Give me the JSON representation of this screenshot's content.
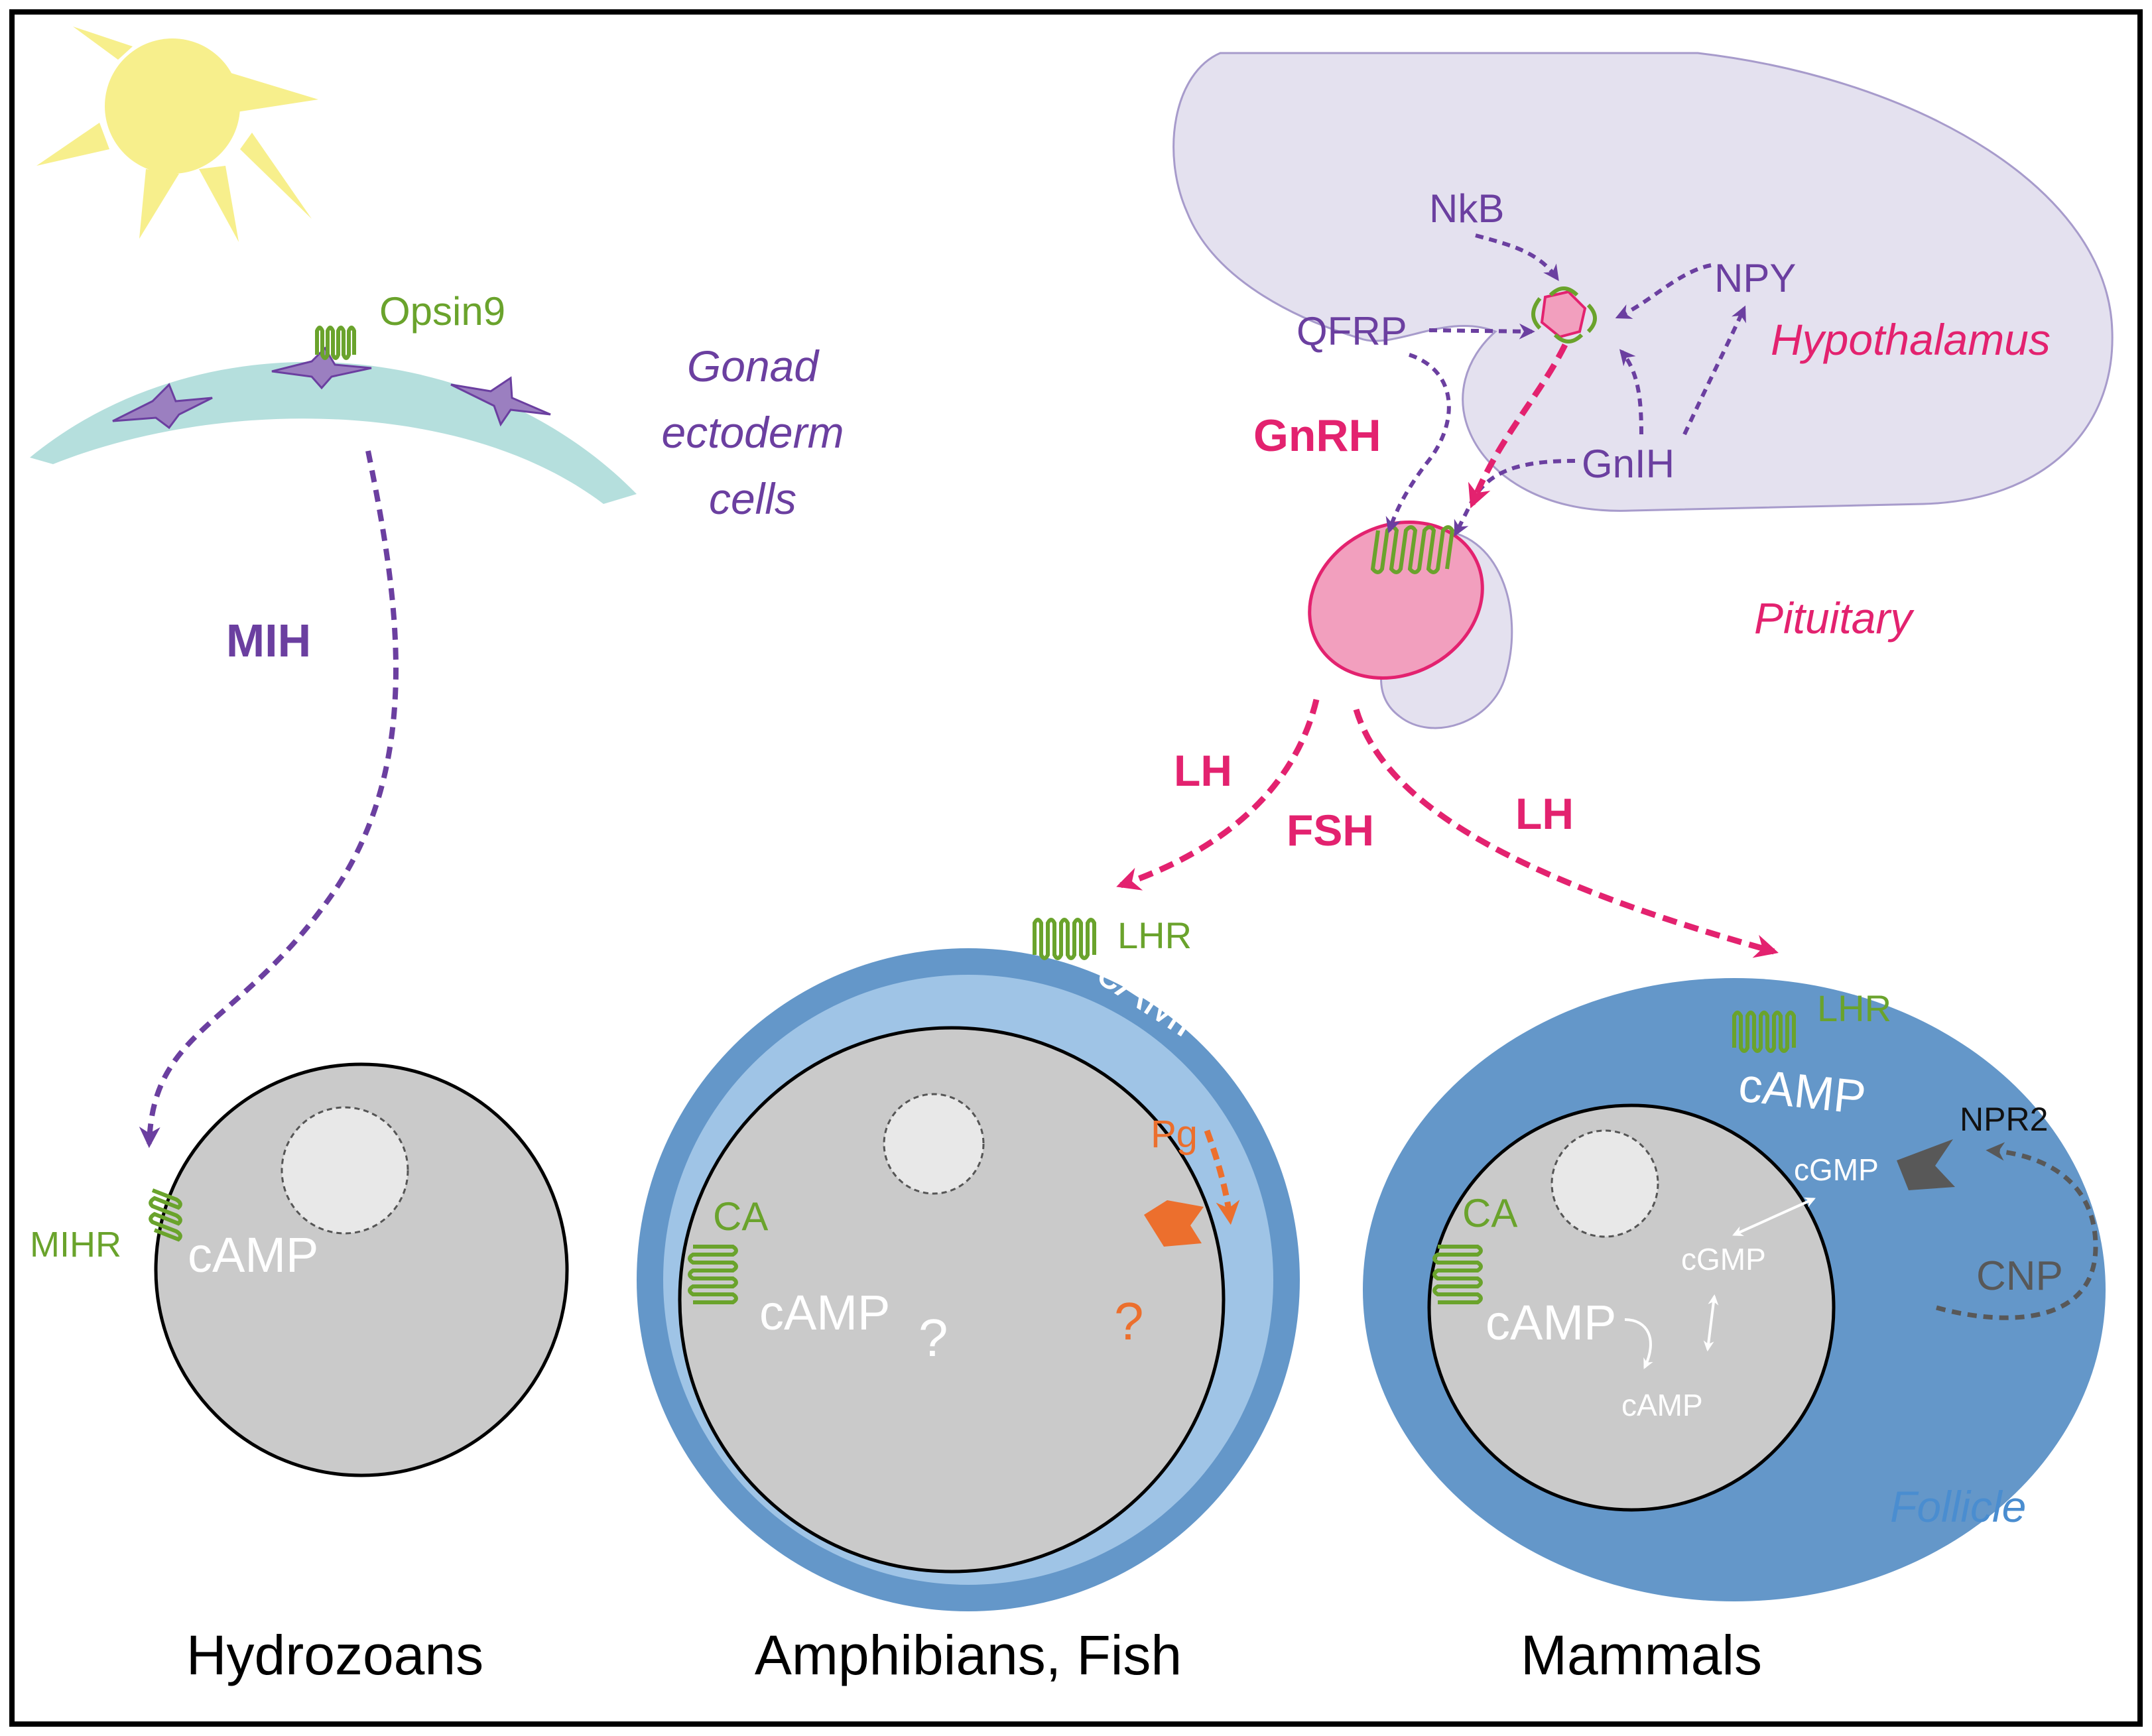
{
  "colors": {
    "purple": "#6b3fa0",
    "magenta": "#e3226f",
    "green": "#6aa32c",
    "orange": "#ec6f2d",
    "follicle_blue": "#6497c9",
    "light_blue": "#9fc4e6",
    "lavender": "#e4e1ef",
    "gonad_teal": "#b5dfdd",
    "oocyte_gray": "#cacaca",
    "nucleus_gray": "#e8e8e8",
    "sun_yellow": "#f7ef8c",
    "dark_gray": "#585858",
    "follicle_label_blue": "#4a8dd0"
  },
  "labels": {
    "opsin9": "Opsin9",
    "gonad_line1": "Gonad",
    "gonad_line2": "ectoderm",
    "gonad_line3": "cells",
    "mih": "MIH",
    "mihr": "MIHR",
    "hydro_camp": "cAMP",
    "nkb": "NkB",
    "npy": "NPY",
    "qfrp": "QFRP",
    "hypothalamus": "Hypothalamus",
    "gnrh": "GnRH",
    "gnih": "GnIH",
    "pituitary": "Pituitary",
    "lh_left": "LH",
    "fsh": "FSH",
    "lh_right": "LH",
    "lhr_fish": "LHR",
    "fish_camp_follicle": "cAMP",
    "pg": "Pg",
    "ca_fish": "CA",
    "fish_camp_oocyte": "cAMP",
    "question_white": "?",
    "question_orange": "?",
    "lhr_mammal": "LHR",
    "mammal_camp_follicle": "cAMP",
    "npr2": "NPR2",
    "cgmp_outer": "cGMP",
    "cgmp_inner": "cGMP",
    "cnp": "CNP",
    "ca_mammal": "CA",
    "mammal_camp_big": "cAMP",
    "mammal_camp_small": "cAMP",
    "follicle": "Follicle"
  },
  "captions": {
    "hydrozoans": "Hydrozoans",
    "amphibians_fish": "Amphibians, Fish",
    "mammals": "Mammals"
  }
}
